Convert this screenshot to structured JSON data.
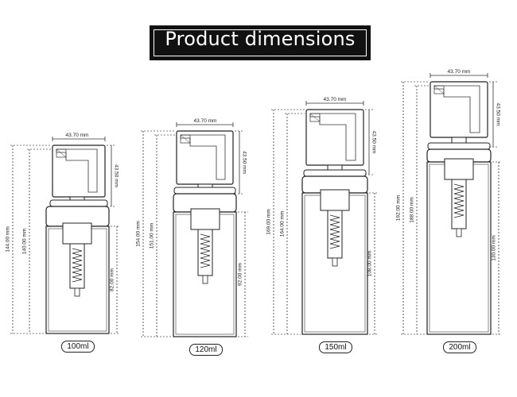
{
  "title": "Product dimensions",
  "bottles": [
    {
      "capacity": "100ml",
      "cap_width": "43.70 mm",
      "pump_height": "43.50 mm",
      "total_height": "144.00 mm",
      "height_no_spout": "140.00 mm",
      "body_height": "82.00 mm"
    },
    {
      "capacity": "120ml",
      "cap_width": "43.70 mm",
      "pump_height": "43.50 mm",
      "total_height": "154.00 mm",
      "height_no_spout": "151.00 mm",
      "body_height": "92.00 mm"
    },
    {
      "capacity": "150ml",
      "cap_width": "43.70 mm",
      "pump_height": "43.50 mm",
      "total_height": "169.00 mm",
      "height_no_spout": "164.00 mm",
      "body_height": "108.00 mm"
    },
    {
      "capacity": "200ml",
      "cap_width": "43.70 mm",
      "pump_height": "43.50 mm",
      "total_height": "192.00 mm",
      "height_no_spout": "188.00 mm",
      "body_height": "130.00 mm"
    }
  ]
}
